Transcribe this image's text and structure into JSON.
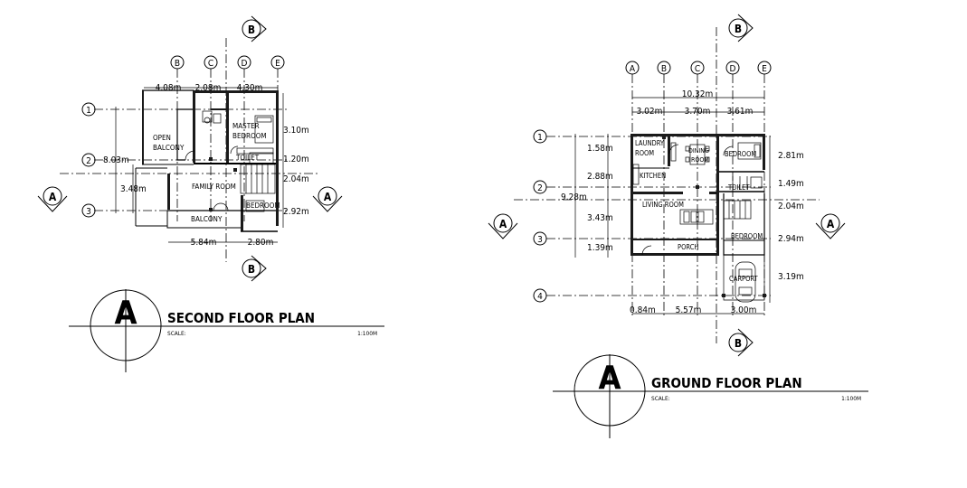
{
  "second_floor": {
    "grid_cols": [
      "B",
      "C",
      "D",
      "E"
    ],
    "grid_rows": [
      "1",
      "2",
      "3"
    ],
    "section_marks": {
      "a": "A",
      "b": "B"
    },
    "dims_top": [
      "4.08m",
      "2.08m",
      "4.30m"
    ],
    "dims_right": [
      "3.10m",
      "1.20m",
      "2.04m",
      "2.92m"
    ],
    "dims_left": [
      "8.03m",
      "3.48m"
    ],
    "dims_bottom": [
      "5.84m",
      "2.80m"
    ],
    "rooms": {
      "open_balcony_1": "OPEN",
      "open_balcony_2": "BALCONY",
      "master_1": "MASTER",
      "master_2": "BEDROOM",
      "toilet": "TOILET",
      "family": "FAMILY ROOM",
      "bedroom": "BEDROOM",
      "balcony": "BALCONY"
    },
    "title_mark": "A",
    "title": "SECOND FLOOR PLAN",
    "scale_label": "SCALE:",
    "scale_value": "1:100M"
  },
  "ground_floor": {
    "grid_cols": [
      "A",
      "B",
      "C",
      "D",
      "E"
    ],
    "grid_rows": [
      "1",
      "2",
      "3",
      "4"
    ],
    "section_marks": {
      "a": "A",
      "b": "B"
    },
    "dim_overall_top": "10.32m",
    "dims_top": [
      "3.02m",
      "3.70m",
      "3.61m"
    ],
    "dims_left_inner": [
      "1.58m",
      "2.88m",
      "3.43m",
      "1.39m"
    ],
    "dim_left_overall": "9.28m",
    "dims_right": [
      "2.81m",
      "1.49m",
      "2.04m",
      "2.94m",
      "3.19m"
    ],
    "dims_bottom": [
      "0.84m",
      "5.57m",
      "3.00m"
    ],
    "rooms": {
      "laundry_1": "LAUNDRY",
      "laundry_2": "ROOM",
      "dining_1": "DINING",
      "dining_2": "ROOM",
      "bedroom": "BEDROOM",
      "kitchen": "KITCHEN",
      "toilet": "TOILET",
      "living": "LIVING ROOM",
      "bedroom2": "BEDROOM",
      "porch": "PORCH",
      "carport": "CARPORT"
    },
    "title_mark": "A",
    "title": "GROUND FLOOR PLAN",
    "scale_label": "SCALE:",
    "scale_value": "1:100M"
  }
}
